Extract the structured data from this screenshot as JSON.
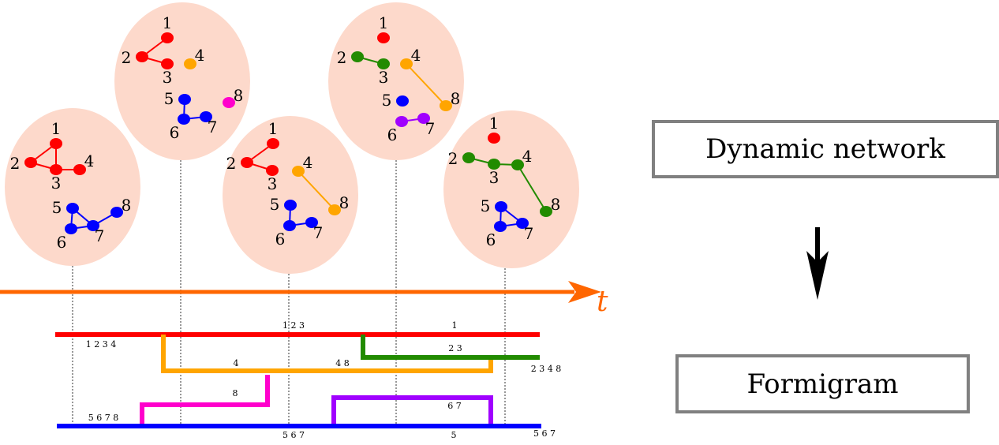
{
  "axis": {
    "label": "t",
    "color": "#ff6600"
  },
  "colors": {
    "red": "#ff0000",
    "blue": "#0000ff",
    "orange": "#ffa500",
    "green": "#228b00",
    "magenta": "#ff00cc",
    "purple": "#a000ff",
    "bubble": "#fdd9cb"
  },
  "snapshots": [
    {
      "nodes": [
        {
          "id": "1",
          "color": "red"
        },
        {
          "id": "2",
          "color": "red"
        },
        {
          "id": "3",
          "color": "red"
        },
        {
          "id": "4",
          "color": "red"
        },
        {
          "id": "5",
          "color": "blue"
        },
        {
          "id": "6",
          "color": "blue"
        },
        {
          "id": "7",
          "color": "blue"
        },
        {
          "id": "8",
          "color": "blue"
        }
      ],
      "edges": [
        [
          "1",
          "2"
        ],
        [
          "1",
          "3"
        ],
        [
          "2",
          "3"
        ],
        [
          "3",
          "4"
        ],
        [
          "5",
          "6"
        ],
        [
          "5",
          "7"
        ],
        [
          "6",
          "7"
        ],
        [
          "7",
          "8"
        ]
      ]
    },
    {
      "nodes": [
        {
          "id": "1",
          "color": "red"
        },
        {
          "id": "2",
          "color": "red"
        },
        {
          "id": "3",
          "color": "red"
        },
        {
          "id": "4",
          "color": "orange"
        },
        {
          "id": "5",
          "color": "blue"
        },
        {
          "id": "6",
          "color": "blue"
        },
        {
          "id": "7",
          "color": "blue"
        },
        {
          "id": "8",
          "color": "magenta"
        }
      ],
      "edges": [
        [
          "1",
          "2"
        ],
        [
          "2",
          "3"
        ],
        [
          "5",
          "6"
        ],
        [
          "6",
          "7"
        ]
      ]
    },
    {
      "nodes": [
        {
          "id": "1",
          "color": "red"
        },
        {
          "id": "2",
          "color": "red"
        },
        {
          "id": "3",
          "color": "red"
        },
        {
          "id": "4",
          "color": "orange"
        },
        {
          "id": "5",
          "color": "blue"
        },
        {
          "id": "6",
          "color": "blue"
        },
        {
          "id": "7",
          "color": "blue"
        },
        {
          "id": "8",
          "color": "orange"
        }
      ],
      "edges": [
        [
          "1",
          "2"
        ],
        [
          "2",
          "3"
        ],
        [
          "4",
          "8"
        ],
        [
          "5",
          "6"
        ],
        [
          "6",
          "7"
        ]
      ]
    },
    {
      "nodes": [
        {
          "id": "1",
          "color": "red"
        },
        {
          "id": "2",
          "color": "green"
        },
        {
          "id": "3",
          "color": "green"
        },
        {
          "id": "4",
          "color": "orange"
        },
        {
          "id": "5",
          "color": "blue"
        },
        {
          "id": "6",
          "color": "purple"
        },
        {
          "id": "7",
          "color": "purple"
        },
        {
          "id": "8",
          "color": "orange"
        }
      ],
      "edges": [
        [
          "2",
          "3"
        ],
        [
          "4",
          "8"
        ],
        [
          "6",
          "7"
        ]
      ]
    },
    {
      "nodes": [
        {
          "id": "1",
          "color": "red"
        },
        {
          "id": "2",
          "color": "green"
        },
        {
          "id": "3",
          "color": "green"
        },
        {
          "id": "4",
          "color": "green"
        },
        {
          "id": "5",
          "color": "blue"
        },
        {
          "id": "6",
          "color": "blue"
        },
        {
          "id": "7",
          "color": "blue"
        },
        {
          "id": "8",
          "color": "green"
        }
      ],
      "edges": [
        [
          "2",
          "3"
        ],
        [
          "3",
          "4"
        ],
        [
          "4",
          "8"
        ],
        [
          "5",
          "6"
        ],
        [
          "5",
          "7"
        ],
        [
          "6",
          "7"
        ]
      ]
    }
  ],
  "formigram": {
    "branches": [
      {
        "color": "red",
        "labels": [
          "1 2 3 4",
          "1 2 3",
          "1"
        ]
      },
      {
        "color": "orange",
        "labels": [
          "4",
          "4 8"
        ]
      },
      {
        "color": "green",
        "labels": [
          "2 3",
          "2 3 4 8"
        ]
      },
      {
        "color": "magenta",
        "labels": [
          "8"
        ]
      },
      {
        "color": "purple",
        "labels": [
          "6 7"
        ]
      },
      {
        "color": "blue",
        "labels": [
          "5 6 7 8",
          "5 6 7",
          "5",
          "5 6 7"
        ]
      }
    ]
  },
  "boxes": {
    "top": "Dynamic network",
    "bottom": "Formigram"
  }
}
